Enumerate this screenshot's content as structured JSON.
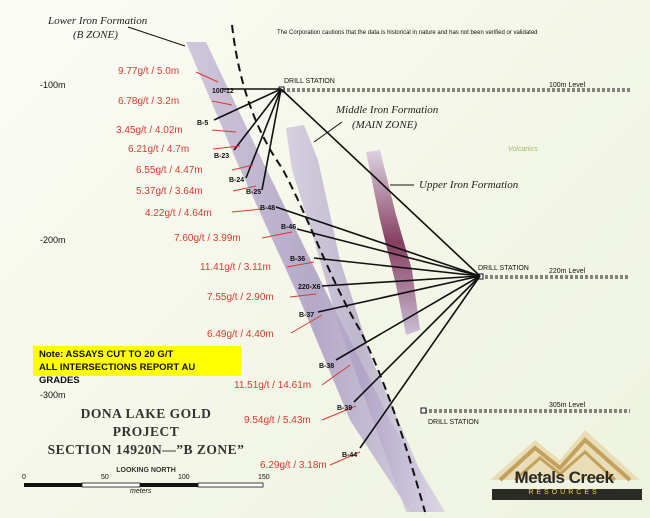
{
  "caution": "The Corporation cautions that the data is historical in nature and has not been verified or validated",
  "formations": {
    "lower": "Lower Iron Formation",
    "lower_zone": "(B ZONE)",
    "middle": "Middle Iron Formation",
    "middle_zone": "(MAIN ZONE)",
    "upper": "Upper Iron Formation",
    "volcanics": "Volcanics"
  },
  "depths": [
    "-100m",
    "-200m",
    "-300m"
  ],
  "levels": {
    "l100": "100m Level",
    "l220": "220m Level",
    "l305": "305m Level"
  },
  "drill_station": "DRILL STATION",
  "holes": [
    "100-12",
    "B-5",
    "B-23",
    "B-24",
    "B-25",
    "B-48",
    "B-46",
    "B-36",
    "220-X6",
    "B-37",
    "B-38",
    "B-39",
    "B-44"
  ],
  "assays": [
    "9.77g/t / 5.0m",
    "6.78g/t / 3.2m",
    "3.45g/t / 4.02m",
    "6.21g/t / 4.7m",
    "6.55g/t / 4.47m",
    "5.37g/t / 3.64m",
    "4.22g/t / 4.64m",
    "7.60g/t / 3.99m",
    "11.41g/t / 3.11m",
    "7.55g/t / 2.90m",
    "6.49g/t / 4.40m",
    "11.51g/t / 14.61m",
    "9.54g/t / 5.43m",
    "6.29g/t / 3.18m"
  ],
  "note": {
    "line1": "Note: ASSAYS CUT TO 20 G/T",
    "line2": "ALL INTERSECTIONS REPORT AU GRADES"
  },
  "title": {
    "line1": "DONA LAKE GOLD PROJECT",
    "line2": "SECTION 14920N—”B ZONE”",
    "line3": "LOOKING NORTH"
  },
  "scale": {
    "ticks": [
      "0",
      "50",
      "100",
      "150"
    ],
    "unit": "meters"
  },
  "logo": {
    "name": "Metals Creek",
    "sub": "RESOURCES"
  },
  "colors": {
    "assay_red": "#d93a2f",
    "note_yellow": "#ffff00",
    "formation_band": "#b9aecd",
    "upper_band": "#7b2a52",
    "volcanics_green": "#9cbe6a"
  }
}
